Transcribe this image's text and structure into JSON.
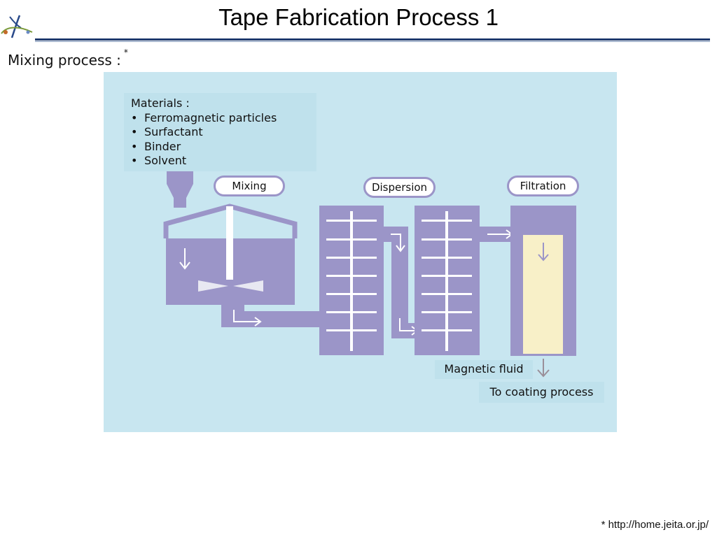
{
  "slide": {
    "title": "Tape Fabrication Process 1",
    "subtitle": "Mixing process :",
    "subtitle_mark": "*",
    "footnote": "* http://home.jeita.or.jp/"
  },
  "diagram": {
    "materials": {
      "heading": "Materials :",
      "items": [
        "Ferromagnetic particles",
        "Surfactant",
        "Binder",
        "Solvent"
      ]
    },
    "stages": {
      "mixing": "Mixing",
      "dispersion": "Dispersion",
      "filtration": "Filtration"
    },
    "output": {
      "product": "Magnetic fluid",
      "next_step": "To coating process"
    },
    "colors": {
      "background": "#c8e6f0",
      "equipment": "#9b95c8",
      "filter_element": "#f8f0c8",
      "label_box": "#bfe1ec",
      "title_rule": "#1f3a6e"
    }
  }
}
